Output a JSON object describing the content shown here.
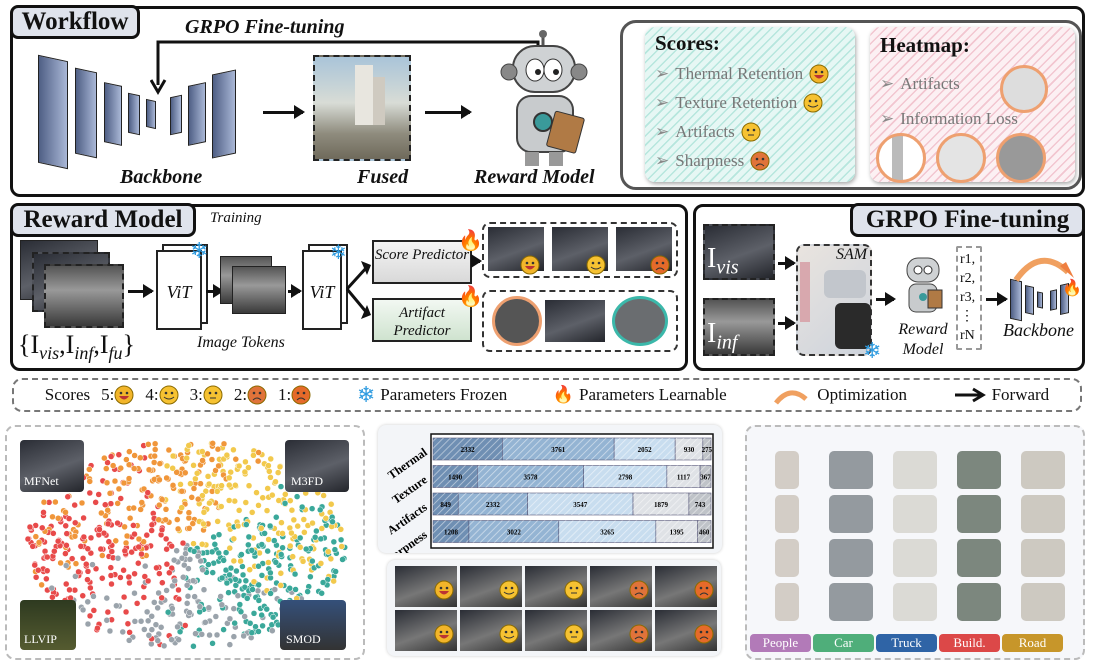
{
  "workflow": {
    "tag": "Workflow",
    "loop_label": "GRPO Fine-tuning",
    "backbone_label": "Backbone",
    "fused_label": "Fused",
    "reward_label": "Reward Model",
    "scores": {
      "title": "Scores:",
      "items": [
        {
          "label": "Thermal Retention",
          "face": "5"
        },
        {
          "label": "Texture Retention",
          "face": "4"
        },
        {
          "label": "Artifacts",
          "face": "3"
        },
        {
          "label": "Sharpness",
          "face": "2"
        }
      ]
    },
    "heatmap": {
      "title": "Heatmap:",
      "items": [
        "Artifacts",
        "Information Loss"
      ]
    }
  },
  "reward_model": {
    "tag": "Reward Model",
    "training": "Training",
    "input_parts": [
      "{I",
      "vis",
      ",I",
      "inf",
      ",I",
      "fu",
      "}"
    ],
    "vit1": "ViT",
    "vit2": "ViT",
    "tokens_label": "Image Tokens",
    "score_predictor": "Score Predictor",
    "artifact_predictor": "Artifact Predictor"
  },
  "grpo": {
    "tag": "GRPO Fine-tuning",
    "vis": [
      "I",
      "vis"
    ],
    "inf": [
      "I",
      "inf"
    ],
    "sam": "SAM",
    "reward": "Reward Model",
    "rewards": [
      "r1,",
      "r2,",
      "r3,",
      "⋮",
      "rN"
    ],
    "backbone": "Backbone"
  },
  "legend": {
    "scores": "Scores",
    "levels": [
      "5:",
      "4:",
      "3:",
      "2:",
      "1:"
    ],
    "frozen": "Parameters Frozen",
    "learnable": "Parameters Learnable",
    "optimization": "Optimization",
    "forward": "Forward"
  },
  "tsne": {
    "datasets": [
      "MFNet",
      "M3FD",
      "LLVIP",
      "SMOD"
    ]
  },
  "chart_data": {
    "type": "bar",
    "orientation": "horizontal-stacked",
    "categories": [
      "Thermal",
      "Texture",
      "Artifacts",
      "Sharpness"
    ],
    "series": [
      {
        "values": [
          2332,
          1490,
          849,
          1208
        ]
      },
      {
        "values": [
          3761,
          3578,
          2332,
          3022
        ]
      },
      {
        "values": [
          2052,
          2798,
          3547,
          3265
        ]
      },
      {
        "values": [
          930,
          1117,
          1879,
          1395
        ]
      },
      {
        "values": [
          275,
          367,
          743,
          460
        ]
      }
    ],
    "colors": [
      "#6f8fb3",
      "#94b4d3",
      "#c8ddef",
      "#dfe2e6",
      "#bfc3c8"
    ]
  },
  "objects": {
    "categories": [
      {
        "label": "People",
        "color": "#b27ab8"
      },
      {
        "label": "Car",
        "color": "#4fae7a"
      },
      {
        "label": "Truck",
        "color": "#2f64a6"
      },
      {
        "label": "Build.",
        "color": "#dc4848"
      },
      {
        "label": "Road",
        "color": "#c7962a"
      }
    ]
  },
  "colors": {
    "snowflake": "#2e9be0",
    "flame": "#f05a1a",
    "optim_arrow": "#f0a060",
    "score_bg": "#e3f5f2",
    "heatmap_bg": "#fbe9ee"
  }
}
